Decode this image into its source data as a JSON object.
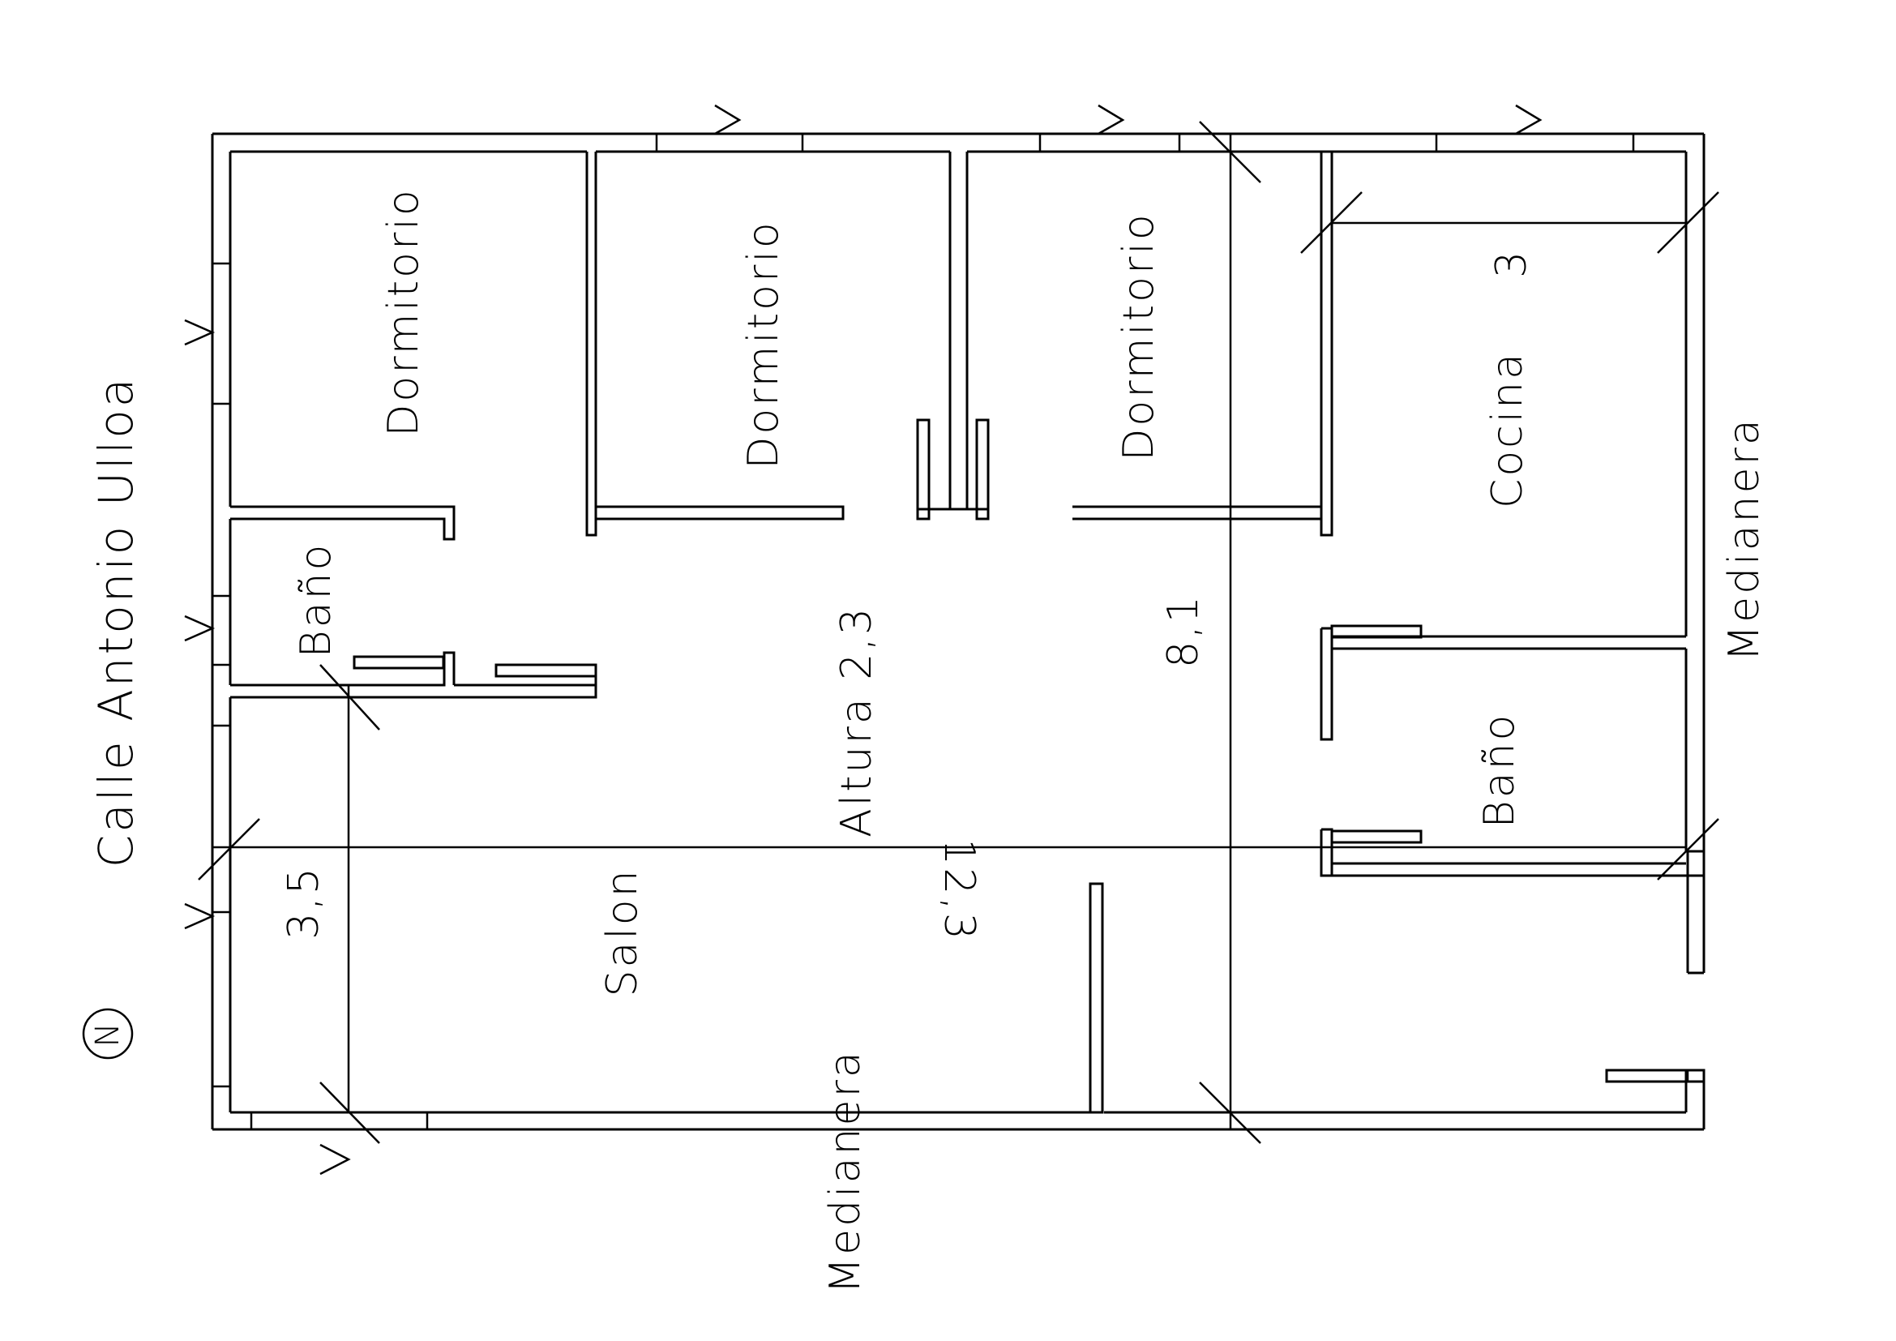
{
  "plan": {
    "street": "Calle Antonio Ulloa",
    "north_symbol": "N",
    "boundary_labels": {
      "bottom": "Medianera",
      "right": "Medianera"
    },
    "rooms": {
      "dormitorio_1": "Dormitorio",
      "dormitorio_2": "Dormitorio",
      "dormitorio_3": "Dormitorio",
      "cocina": "Cocina",
      "bano_1": "Baño",
      "bano_2": "Baño",
      "salon": "Salon"
    },
    "dimensions": {
      "height": "Altura 2,3",
      "total_length": "12,3",
      "interior_length": "8,1",
      "salon_width": "3,5",
      "cocina_width": "3"
    }
  }
}
